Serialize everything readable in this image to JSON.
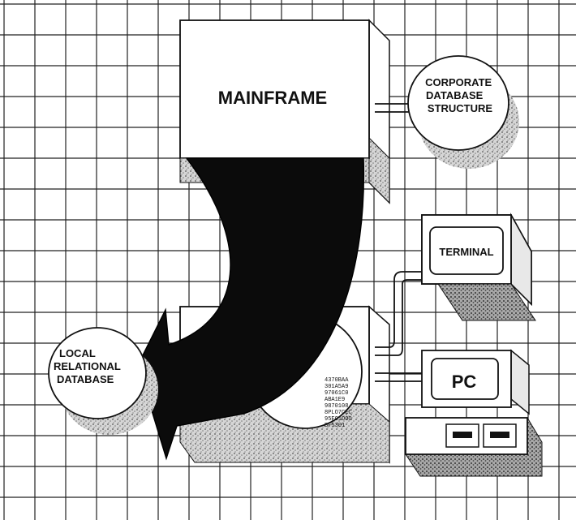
{
  "diagram": {
    "mainframe": {
      "label": "MAINFRAME"
    },
    "corporate_db": {
      "lines": [
        "CORPORATE",
        "DATABASE",
        "STRUCTURE"
      ]
    },
    "terminal": {
      "label": "TERMINAL"
    },
    "pc": {
      "label": "PC"
    },
    "local_db": {
      "lines": [
        "LOCAL",
        "RELATIONAL",
        "DATABASE"
      ]
    },
    "data_tape_rows": [
      "4370BAA",
      "301A5A9",
      "97061C0",
      "ABA1E9",
      "9870108",
      "8PLO7CEC",
      "95EC1OOO",
      "BF5301"
    ]
  }
}
